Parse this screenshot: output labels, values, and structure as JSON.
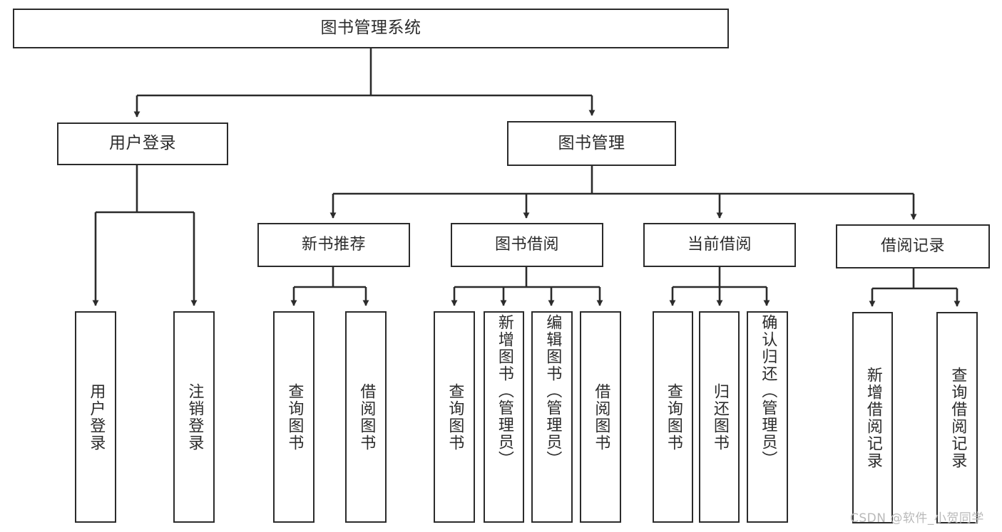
{
  "diagram": {
    "title": "图书管理系统",
    "watermark": "CSDN @软件_小贺同学",
    "colors": {
      "stroke": "#2b2b2b",
      "box_fill": "#ffffff",
      "background": "#ffffff",
      "watermark": "#b9b9b9"
    },
    "root": {
      "label": "图书管理系统"
    },
    "level1": [
      {
        "label": "用户登录"
      },
      {
        "label": "图书管理"
      }
    ],
    "level2": [
      {
        "label": "新书推荐"
      },
      {
        "label": "图书借阅"
      },
      {
        "label": "当前借阅"
      },
      {
        "label": "借阅记录"
      }
    ],
    "leaves": {
      "user_login": [
        {
          "label": "用户登录"
        },
        {
          "label": "注销登录"
        }
      ],
      "new_book": [
        {
          "label": "查询图书"
        },
        {
          "label": "借阅图书"
        }
      ],
      "borrow_book": [
        {
          "label": "查询图书"
        },
        {
          "label": "新增图书（管理员）"
        },
        {
          "label": "编辑图书（管理员）"
        },
        {
          "label": "借阅图书"
        }
      ],
      "current_borrow": [
        {
          "label": "查询图书"
        },
        {
          "label": "归还图书"
        },
        {
          "label": "确认归还（管理员）"
        }
      ],
      "borrow_record": [
        {
          "label": "新增借阅记录"
        },
        {
          "label": "查询借阅记录"
        }
      ]
    }
  }
}
